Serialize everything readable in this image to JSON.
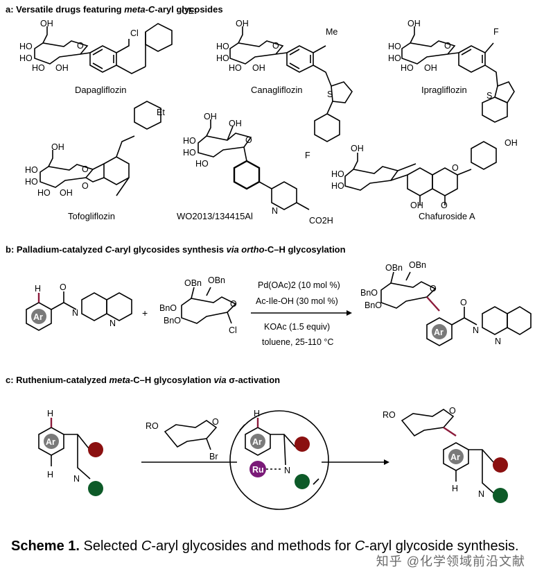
{
  "section_a": {
    "prefix": "a: Versatile drugs featuring ",
    "emph": "meta-C",
    "suffix": "-aryl glycosides",
    "compounds": [
      "Dapagliflozin",
      "Canagliflozin",
      "Ipragliflozin",
      "Tofogliflozin",
      "WO2013/134415Al",
      "Chafuroside A"
    ]
  },
  "section_b": {
    "prefix": "b: Palladium-catalyzed ",
    "emph1": "C",
    "mid1": "-aryl glycosides synthesis ",
    "emph2": "via ortho",
    "suffix": "-C–H glycosylation",
    "conditions": [
      "Pd(OAc)2 (10 mol %)",
      "Ac-Ile-OH (30 mol %)",
      "KOAc (1.5 equiv)",
      "toluene, 25-110 °C"
    ]
  },
  "section_c": {
    "prefix": "c: Ruthenium-catalyzed ",
    "emph1": "meta",
    "mid1": "-C–H glycosylation ",
    "emph2": "via",
    "suffix": " σ-activation"
  },
  "atoms": {
    "oh": "HO",
    "oh2": "OH",
    "o": "O",
    "cl": "Cl",
    "oet": "OEt",
    "me": "Me",
    "f": "F",
    "s": "S",
    "et": "Et",
    "n": "N",
    "co2h": "CO2H",
    "obn": "OBn",
    "bno": "BnO",
    "h": "H",
    "ar": "Ar",
    "ru": "Ru",
    "ro": "RO",
    "br": "Br",
    "nh": "H"
  },
  "caption": {
    "label": "Scheme 1.",
    "text1": " Selected ",
    "emph1": "C",
    "text2": "-aryl glycosides and methods for ",
    "emph2": "C",
    "text3": "-aryl glycoside synthesis."
  },
  "watermark": "知乎 @化学领域前沿文献",
  "colors": {
    "h_bond": "#8b1a3a",
    "red_group": "#8b1010",
    "green_group": "#0d5a28",
    "ru_circle": "#7a1a78",
    "ar_circle": "#7a7a7a"
  }
}
